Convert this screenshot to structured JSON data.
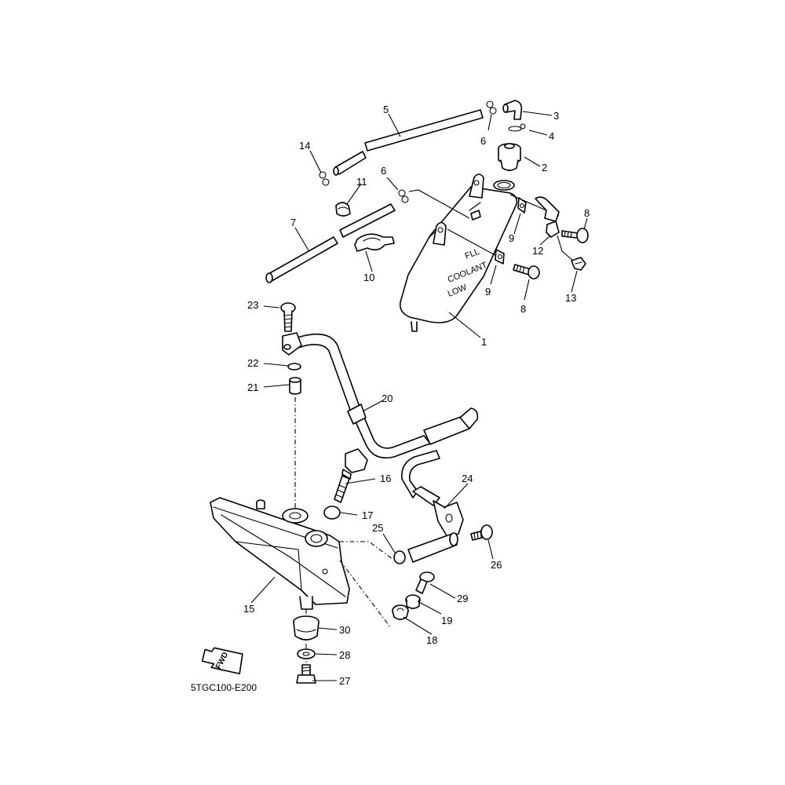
{
  "diagram_code": "5TGC100-E200",
  "fwd_label": "FWD",
  "tank_markings": {
    "full": "FLL",
    "coolant": "COOLANT",
    "low": "LOW"
  },
  "callouts": {
    "p1": "1",
    "p2": "2",
    "p3": "3",
    "p4": "4",
    "p5": "5",
    "p6a": "6",
    "p6b": "6",
    "p7": "7",
    "p8a": "8",
    "p8b": "8",
    "p9a": "9",
    "p9b": "9",
    "p10": "10",
    "p11": "11",
    "p12": "12",
    "p13": "13",
    "p14": "14",
    "p15": "15",
    "p16": "16",
    "p17": "17",
    "p18": "18",
    "p19": "19",
    "p20": "20",
    "p21": "21",
    "p22": "22",
    "p23": "23",
    "p24": "24",
    "p25": "25",
    "p26": "26",
    "p27": "27",
    "p28": "28",
    "p29": "29",
    "p30": "30"
  }
}
